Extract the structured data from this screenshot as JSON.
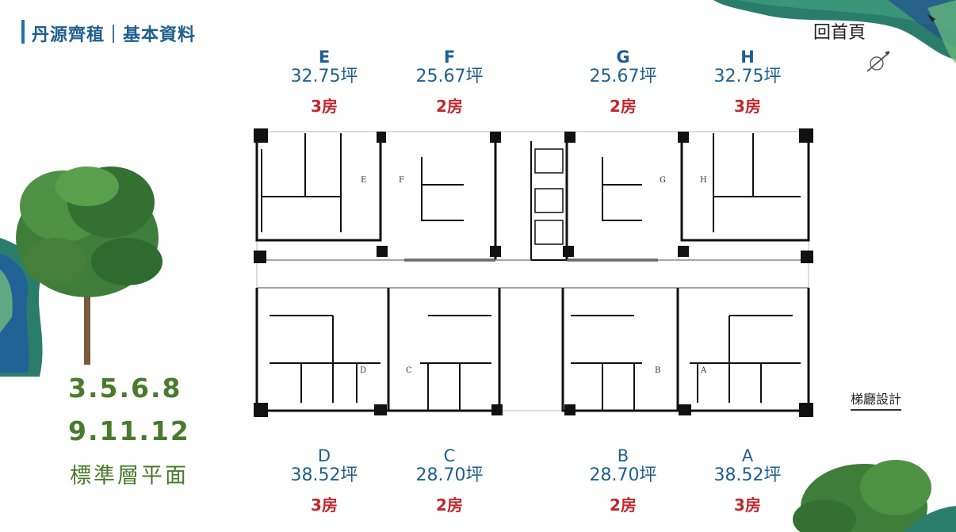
{
  "header": {
    "title": "丹源齊稙｜基本資料",
    "home_label": "回首頁"
  },
  "units_top": [
    {
      "letter": "E",
      "area": "32.75坪",
      "rooms": "3房"
    },
    {
      "letter": "F",
      "area": "25.67坪",
      "rooms": "2房"
    },
    {
      "letter": "G",
      "area": "25.67坪",
      "rooms": "2房"
    },
    {
      "letter": "H",
      "area": "32.75坪",
      "rooms": "3房"
    }
  ],
  "units_bottom": [
    {
      "letter": "D",
      "area": "38.52坪",
      "rooms": "3房"
    },
    {
      "letter": "C",
      "area": "28.70坪",
      "rooms": "2房"
    },
    {
      "letter": "B",
      "area": "28.70坪",
      "rooms": "2房"
    },
    {
      "letter": "A",
      "area": "38.52坪",
      "rooms": "3房"
    }
  ],
  "plan_labels": {
    "e": "E",
    "f": "F",
    "g": "G",
    "h": "H",
    "d": "D",
    "c": "C",
    "b": "B",
    "a": "A"
  },
  "floors": {
    "line1": "3.5.6.8",
    "line2": "9.11.12",
    "caption": "標準層平面"
  },
  "lobby_label": "梯廳設計",
  "colors": {
    "title": "#1f5f8f",
    "rooms": "#c0282e",
    "floors": "#4a7a2e",
    "accent_bar": "#1f6fb5"
  },
  "icons": {
    "compass": "compass-icon",
    "tree": "tree-illustration",
    "brush": "brush-stroke"
  }
}
